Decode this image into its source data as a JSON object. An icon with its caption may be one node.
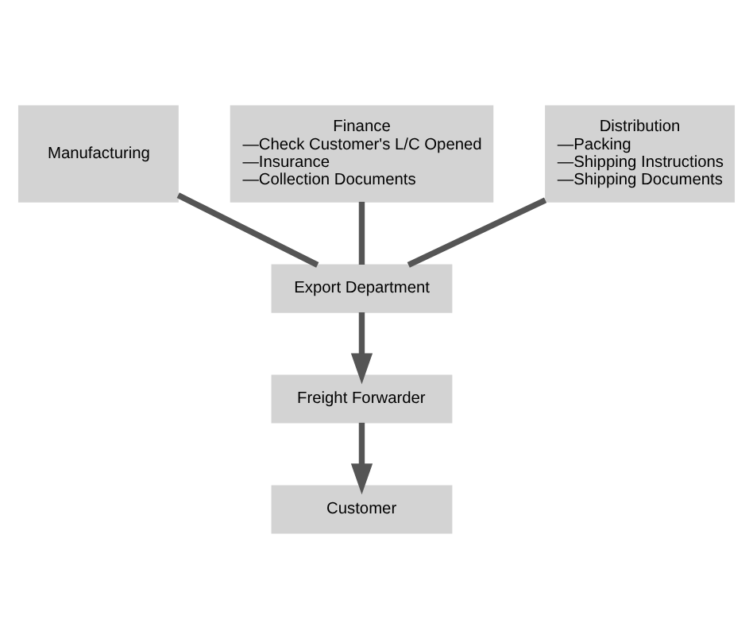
{
  "diagram": {
    "nodes": [
      {
        "text": [
          "Manufacturing"
        ]
      },
      {
        "text": [
          "Finance",
          "—Check Customer's L/C Opened",
          "—Insurance",
          "—Collection Documents"
        ]
      },
      {
        "text": [
          "Distribution",
          "—Packing",
          "—Shipping Instructions",
          "—Shipping Documents"
        ]
      },
      {
        "text": [
          "Export Department"
        ]
      },
      {
        "text": [
          "Freight Forwarder"
        ]
      },
      {
        "text": [
          "Customer"
        ]
      }
    ],
    "edges": [
      {
        "from": 0,
        "to": 3,
        "arrow": "none"
      },
      {
        "from": 1,
        "to": 3,
        "arrow": "none"
      },
      {
        "from": 2,
        "to": 3,
        "arrow": "none"
      },
      {
        "from": 3,
        "to": 4,
        "arrow": "to"
      },
      {
        "from": 4,
        "to": 5,
        "arrow": "to"
      }
    ]
  }
}
